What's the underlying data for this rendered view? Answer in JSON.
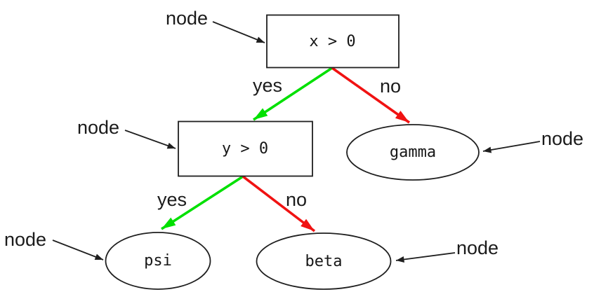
{
  "colors": {
    "yes_edge": "#00e000",
    "no_edge": "#f01212",
    "line": "#1f1f1f"
  },
  "nodes": [
    {
      "label": "x > 0",
      "shape": "box"
    },
    {
      "label": "y > 0",
      "shape": "box"
    },
    {
      "label": "gamma",
      "shape": "ellipse"
    },
    {
      "label": "psi",
      "shape": "ellipse"
    },
    {
      "label": "beta",
      "shape": "ellipse"
    }
  ],
  "edges": [
    {
      "from": "x > 0",
      "to": "y > 0",
      "label": "yes",
      "color_key": "yes_edge"
    },
    {
      "from": "x > 0",
      "to": "gamma",
      "label": "no",
      "color_key": "no_edge"
    },
    {
      "from": "y > 0",
      "to": "psi",
      "label": "yes",
      "color_key": "yes_edge"
    },
    {
      "from": "y > 0",
      "to": "beta",
      "label": "no",
      "color_key": "no_edge"
    }
  ],
  "annotations": [
    {
      "label": "node",
      "points_to": "x > 0"
    },
    {
      "label": "node",
      "points_to": "y > 0"
    },
    {
      "label": "node",
      "points_to": "gamma"
    },
    {
      "label": "node",
      "points_to": "psi"
    },
    {
      "label": "node",
      "points_to": "beta"
    }
  ]
}
